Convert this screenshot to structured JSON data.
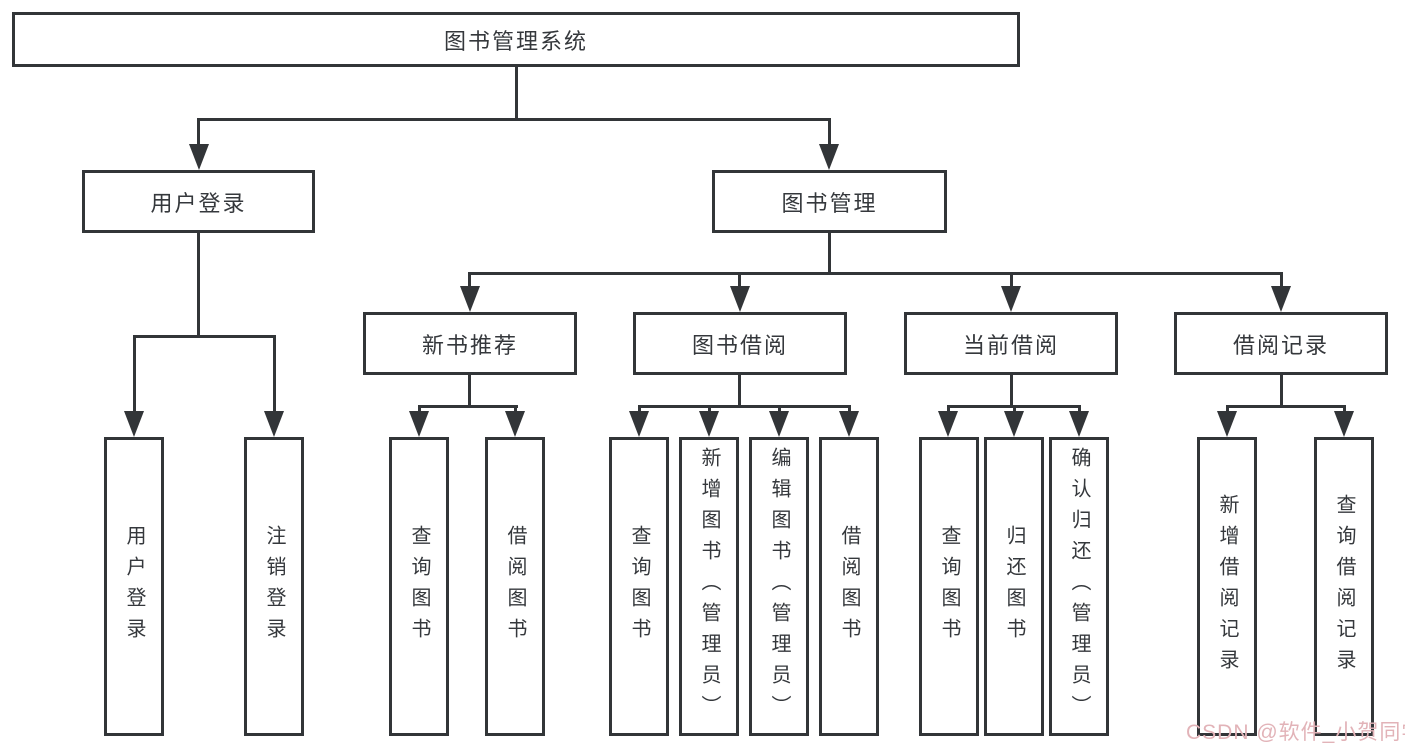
{
  "tree": {
    "label": "图书管理系统",
    "children": [
      {
        "label": "用户登录",
        "children": [
          {
            "label": "用户登录"
          },
          {
            "label": "注销登录"
          }
        ]
      },
      {
        "label": "图书管理",
        "children": [
          {
            "label": "新书推荐",
            "children": [
              {
                "label": "查询图书"
              },
              {
                "label": "借阅图书"
              }
            ]
          },
          {
            "label": "图书借阅",
            "children": [
              {
                "label": "查询图书"
              },
              {
                "label": "新增图书（管理员）"
              },
              {
                "label": "编辑图书（管理员）"
              },
              {
                "label": "借阅图书"
              }
            ]
          },
          {
            "label": "当前借阅",
            "children": [
              {
                "label": "查询图书"
              },
              {
                "label": "归还图书"
              },
              {
                "label": "确认归还（管理员）"
              }
            ]
          },
          {
            "label": "借阅记录",
            "children": [
              {
                "label": "新增借阅记录"
              },
              {
                "label": "查询借阅记录"
              }
            ]
          }
        ]
      }
    ]
  },
  "watermark": "CSDN @软件_小贺同学",
  "colors": {
    "line": "#323538",
    "text": "#35383c",
    "watermark": "#e2b3b8",
    "background": "#ffffff"
  }
}
